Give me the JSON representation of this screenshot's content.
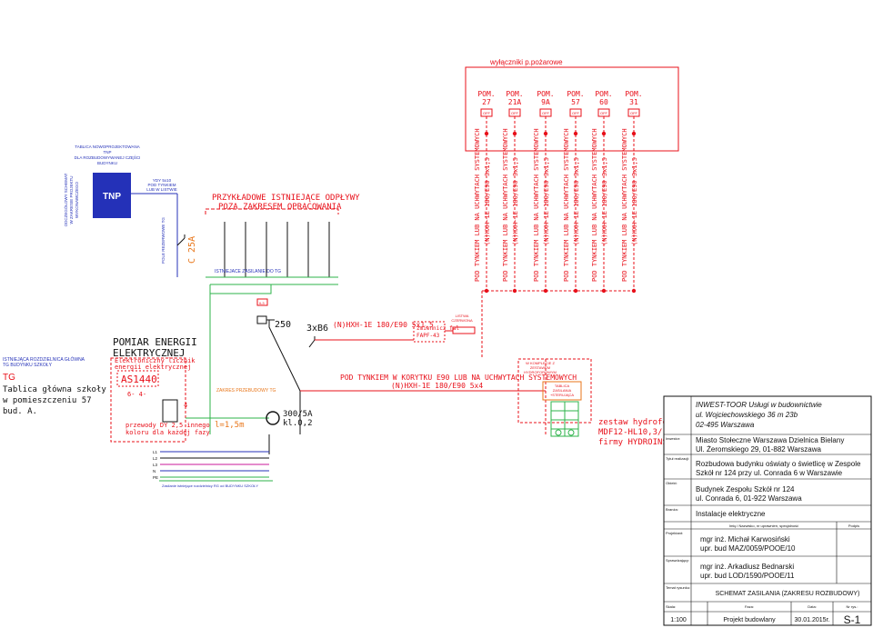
{
  "fire_panel": {
    "title": "wyłączniki p.pożarowe",
    "rooms": [
      {
        "pom": "POM.",
        "num": "27"
      },
      {
        "pom": "POM.",
        "num": "21A"
      },
      {
        "pom": "POM.",
        "num": "9A"
      },
      {
        "pom": "POM.",
        "num": "57"
      },
      {
        "pom": "POM.",
        "num": "60"
      },
      {
        "pom": "POM.",
        "num": "31"
      }
    ],
    "switch_label": "OFF",
    "cable_line1": "POD TYNKIEM LUB NA UCHWYTACH SYSTEMOWYCH",
    "cable_line2": "(N)HXH-1E 180/E90 3x1,5"
  },
  "tnp": {
    "header": "TABLICA NOWOPROJEKTOWANA\nTNP\nDLA ROZBUDOWYWANEJ CZĘŚCI\nBUDYNKU",
    "label": "TNP",
    "side_note": "ODCZEGÓŁOWY SCHEMAT\nW ZAKRESIE PROJEKTU\nWYKONAWCZEGO",
    "ydy_note": "YDY 5x10\nPOD TYNKIEM\nLUB W LISTWIE",
    "pole_note": "POLE REZERWOWE TG",
    "breaker": "C 25A"
  },
  "existing": {
    "note_line1": "PRZYKŁADOWE ISTNIEJĄCE ODPŁYWY",
    "note_line2": "POZA ZAKRESEM OPRACOWANIA",
    "supply_label": "ISTNIEJACE ZASILANIE DO TG"
  },
  "main_board": {
    "rozdzielnica": "ISTNIEJĄCA ROZDZIELNICA GŁÓWNA\nTG BUDYNKU SZKOŁY",
    "tg": "TG",
    "desc_line1": "Tablica główna szkoły",
    "desc_line2": "w pomieszczeniu 57",
    "desc_line3": "bud. A.",
    "measure_line1": "POMIAR ENERGII",
    "measure_line2": "ELEKTRYCZNEJ",
    "meter_note": "Elektroniczny licznik\nenergii elektrycznej",
    "meter_model": "AS1440",
    "meter_ratio": "6- 4-",
    "przewody": "przewody DY 2,5 innego\nkoloru dla każdej fazy",
    "l_label": "l=1,5m",
    "zakres": "ZAKRES PRZEBUDOWY TG",
    "transformer": "300/5A\nkl.0,2",
    "fuse_250": "250",
    "switch_3xb6": "3xB6",
    "n_label": "4",
    "phases": [
      "L1",
      "L2",
      "L3",
      "N",
      "PE"
    ],
    "existing_supply": "Zasilanie istniejące rozdzielnicy RG od BUDYNKU SZKOŁY",
    "terminal": "IL3"
  },
  "cable_run": {
    "cable_top": "(N)HXH-1E 180/E90 5x1,5",
    "converter": "zmiennicz fal\nFAPF-43",
    "strip": "LISTWA\nCZERWONA",
    "route_line1": "POD TYNKIEM W KORYTKU E90 LUB NA UCHWYTACH SYSTEMOWYCH",
    "route_line2": "(N)HXH-1E 180/E90 5x4",
    "komplet": "W KOMPLECIE Z\nZESTAWEM\nHYDROFOROWYM",
    "tablica": "TABLICA\nZASILANIA\n+STERUJĄCA",
    "pump_line1": "zestaw hydroforowy",
    "pump_line2": "MDF12-HL10,3/1,1kW",
    "pump_line3": "firmy HYDROINSTAL"
  },
  "title_block": {
    "company_line1": "INWEST-TOOR Usługi w budownictwie",
    "company_line2": "ul. Wojciechowskiego 36 m 23b",
    "company_line3": "02-495 Warszawa",
    "investor_label": "Inwestor:",
    "investor_line1": "Miasto Stołeczne Warszawa Dzielnica Bielany",
    "investor_line2": "Ul. Żeromskiego 29, 01-882 Warszawa",
    "topic_label": "Tytuł realizacji:",
    "topic_line1": "Rozbudowa budynku oświaty o świetlicę w Zespole",
    "topic_line2": "Szkół nr 124 przy ul. Conrada 6 w Warszawie",
    "object_label": "Obiekt:",
    "object_line1": "Budynek Zespołu Szkół nr 124",
    "object_line2": "ul. Conrada 6, 01-922 Warszawa",
    "branch_label": "Branża:",
    "branch": "Instalacje elektryczne",
    "col_header": "Imię i Nazwisko, nr uprawnień, specjalność",
    "sign_header": "Podpis",
    "designer_label": "Projektant:",
    "designer_line1": "mgr inż. Michał Karwosiński",
    "designer_line2": "upr. bud MAZ/0059/POOE/10",
    "checker_label": "Sprawdzający:",
    "checker_line1": "mgr inż. Arkadiusz Bednarski",
    "checker_line2": "upr. bud LOD/1590/POOE/11",
    "drawing_label": "Temat rysunku:",
    "drawing": "SCHEMAT ZASILANIA (ZAKRESU ROZBUDOWY)",
    "scale_label": "Skala:",
    "phase_label": "Faza:",
    "date_label": "Data:",
    "no_label": "Nr rys.:",
    "scale": "1:100",
    "phase": "Projekt budowlany",
    "date": "30.01.2015r.",
    "number": "S-1"
  },
  "colors": {
    "red": "#e8101a",
    "green": "#2db34a",
    "blue": "#2431b8",
    "magenta": "#c81a9a",
    "orange": "#e8761a",
    "black": "#111111"
  }
}
